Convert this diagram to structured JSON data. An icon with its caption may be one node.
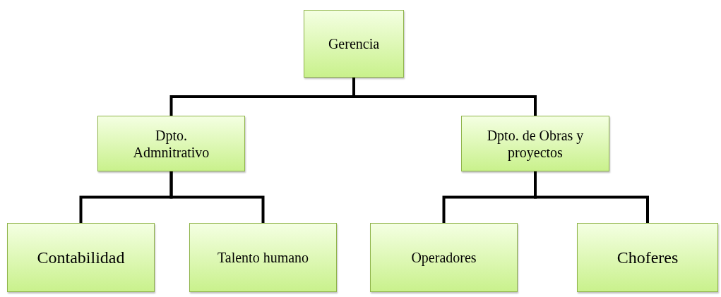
{
  "diagram": {
    "nodes": [
      {
        "text": [
          "Gerencia"
        ]
      },
      {
        "text": [
          "Dpto. Admnitrativo"
        ]
      },
      {
        "text": [
          "Dpto. de Obras y proyectos"
        ]
      },
      {
        "text": [
          "Contabilidad"
        ]
      },
      {
        "text": [
          "Talento humano"
        ]
      },
      {
        "text": [
          "Operadores"
        ]
      },
      {
        "text": [
          "Choferes"
        ]
      }
    ],
    "edges": [
      {
        "from": 0,
        "to": 1,
        "arrow": "none"
      },
      {
        "from": 0,
        "to": 2,
        "arrow": "none"
      },
      {
        "from": 1,
        "to": 3,
        "arrow": "none"
      },
      {
        "from": 1,
        "to": 4,
        "arrow": "none"
      },
      {
        "from": 2,
        "to": 5,
        "arrow": "none"
      },
      {
        "from": 2,
        "to": 6,
        "arrow": "none"
      }
    ]
  }
}
